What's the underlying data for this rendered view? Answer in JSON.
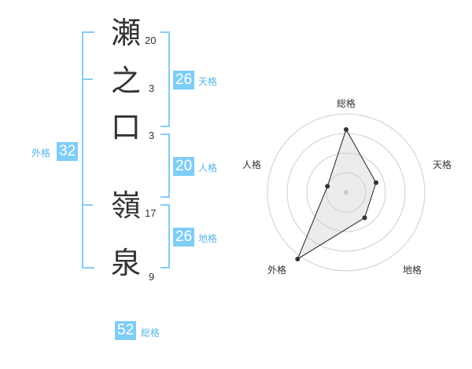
{
  "name": {
    "chars": [
      {
        "char": "瀬",
        "strokes": "20"
      },
      {
        "char": "之",
        "strokes": "3"
      },
      {
        "char": "口",
        "strokes": "3"
      },
      {
        "char": "嶺",
        "strokes": "17"
      },
      {
        "char": "泉",
        "strokes": "9"
      }
    ]
  },
  "scores": {
    "tenkaku": {
      "value": "26",
      "label": "天格"
    },
    "jinkaku": {
      "value": "20",
      "label": "人格"
    },
    "chikaku": {
      "value": "26",
      "label": "地格"
    },
    "gaikaku": {
      "value": "32",
      "label": "外格"
    },
    "soukaku": {
      "value": "52",
      "label": "総格"
    }
  },
  "colors": {
    "accent": "#7fcdf6",
    "bracket": "#84cdf5",
    "label": "#5bb7e8"
  },
  "chart_data": {
    "type": "radar",
    "axes": [
      "総格",
      "天格",
      "地格",
      "外格",
      "人格"
    ],
    "values": [
      0.8,
      0.4,
      0.4,
      1.05,
      0.25
    ],
    "rings": 4,
    "grid": true
  }
}
